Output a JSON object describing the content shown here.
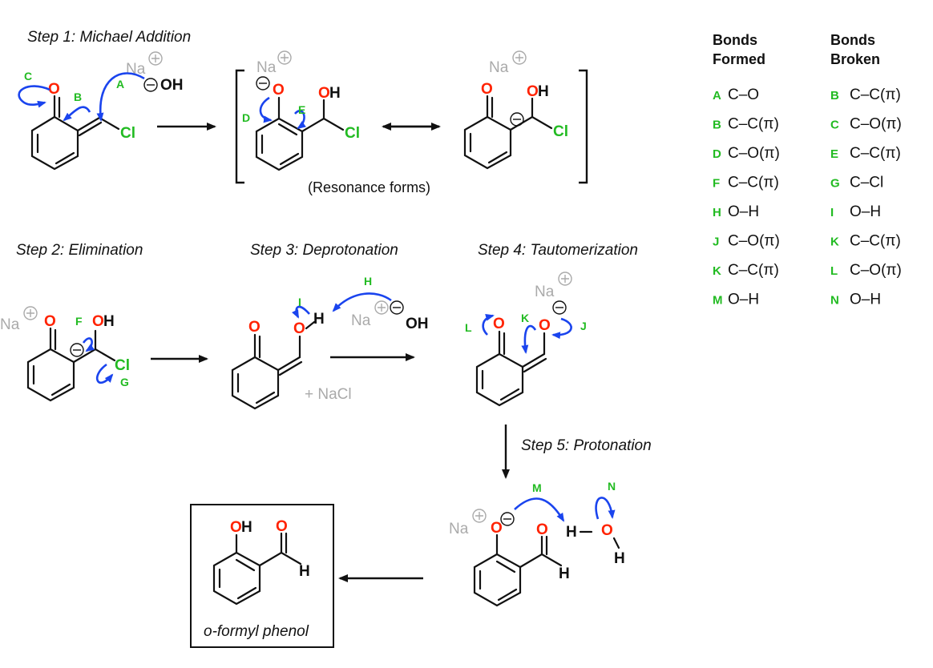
{
  "steps": {
    "s1": "Step 1: Michael Addition",
    "s2": "Step 2: Elimination",
    "s3": "Step 3: Deprotonation",
    "s4": "Step 4: Tautomerization",
    "s5": "Step 5: Protonation"
  },
  "atoms": {
    "O": "O",
    "OH": "OH",
    "Cl": "Cl",
    "H": "H",
    "Na": "Na",
    "Nai": "Na"
  },
  "labels": {
    "resonance": "(Resonance forms)",
    "nacl": "+ NaCl",
    "product": "o-formyl phenol"
  },
  "arrow_labels": [
    "A",
    "B",
    "C",
    "D",
    "E",
    "F",
    "G",
    "H",
    "I",
    "J",
    "K",
    "L",
    "M",
    "N"
  ],
  "table": {
    "formed_header": [
      "Bonds",
      "Formed"
    ],
    "broken_header": [
      "Bonds",
      "Broken"
    ],
    "formed": [
      {
        "letter": "A",
        "bond": "C–O"
      },
      {
        "letter": "B",
        "bond": "C–C(π)"
      },
      {
        "letter": "D",
        "bond": "C–O(π)"
      },
      {
        "letter": "F",
        "bond": "C–C(π)"
      },
      {
        "letter": "H",
        "bond": "O–H"
      },
      {
        "letter": "J",
        "bond": "C–O(π)"
      },
      {
        "letter": "K",
        "bond": "C–C(π)"
      },
      {
        "letter": "M",
        "bond": "O–H"
      }
    ],
    "broken": [
      {
        "letter": "B",
        "bond": "C–C(π)"
      },
      {
        "letter": "C",
        "bond": "C–O(π)"
      },
      {
        "letter": "E",
        "bond": "C–C(π)"
      },
      {
        "letter": "G",
        "bond": "C–Cl"
      },
      {
        "letter": "I",
        "bond": "O–H"
      },
      {
        "letter": "K",
        "bond": "C–C(π)"
      },
      {
        "letter": "L",
        "bond": "C–O(π)"
      },
      {
        "letter": "N",
        "bond": "O–H"
      }
    ]
  },
  "colors": {
    "oxygen": "#ff2200",
    "letters": "#22bb22",
    "curly_arrows": "#1a44ee",
    "sodium": "#aaaaaa"
  }
}
